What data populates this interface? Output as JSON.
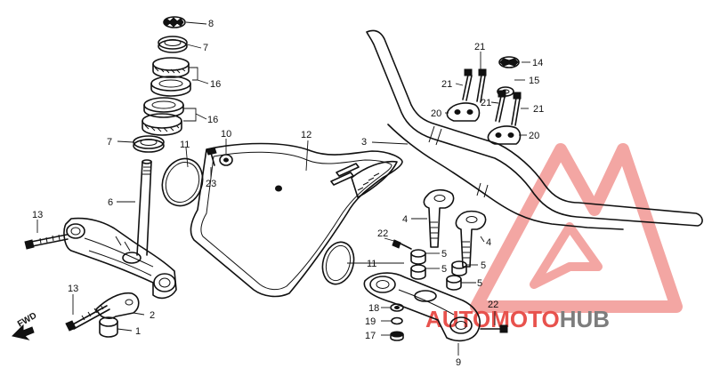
{
  "callouts": {
    "c8": "8",
    "c7a": "7",
    "c16a": "16",
    "c16b": "16",
    "c7b": "7",
    "c11a": "11",
    "c10": "10",
    "c12": "12",
    "c3": "3",
    "c21a": "21",
    "c14": "14",
    "c21b": "21",
    "c15": "15",
    "c21c": "21",
    "c21d": "21",
    "c20a": "20",
    "c20b": "20",
    "c6": "6",
    "c23": "23",
    "c13a": "13",
    "c4a": "4",
    "c4b": "4",
    "c22a": "22",
    "c5a": "5",
    "c5b": "5",
    "c5c": "5",
    "c5d": "5",
    "c11b": "11",
    "c13b": "13",
    "c2": "2",
    "c1": "1",
    "c18": "18",
    "c19": "19",
    "c17": "17",
    "c22b": "22",
    "c9": "9"
  },
  "fwd_label": "FWD",
  "watermark": {
    "part1": "AUTO",
    "part2": "MOTO",
    "part3": "HUB",
    "color_red": "#e8524d",
    "color_pink": "#f3a6a3",
    "color_gray": "#7d7d7d"
  }
}
